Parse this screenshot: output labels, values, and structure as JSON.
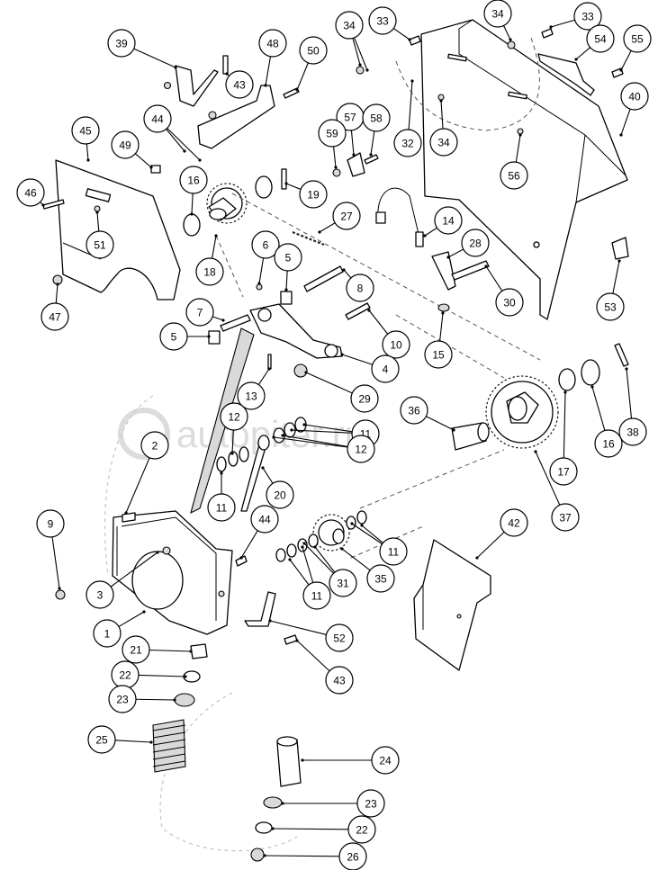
{
  "watermark": "autopiter.ru",
  "callouts": [
    {
      "id": "c39",
      "label": "39"
    },
    {
      "id": "c48",
      "label": "48"
    },
    {
      "id": "c50",
      "label": "50"
    },
    {
      "id": "c43a",
      "label": "43"
    },
    {
      "id": "c44a",
      "label": "44"
    },
    {
      "id": "c45",
      "label": "45"
    },
    {
      "id": "c49",
      "label": "49"
    },
    {
      "id": "c16a",
      "label": "16"
    },
    {
      "id": "c19",
      "label": "19"
    },
    {
      "id": "c46",
      "label": "46"
    },
    {
      "id": "c51",
      "label": "51"
    },
    {
      "id": "c47",
      "label": "47"
    },
    {
      "id": "c18",
      "label": "18"
    },
    {
      "id": "c27",
      "label": "27"
    },
    {
      "id": "c6",
      "label": "6"
    },
    {
      "id": "c5a",
      "label": "5"
    },
    {
      "id": "c8",
      "label": "8"
    },
    {
      "id": "c7",
      "label": "7"
    },
    {
      "id": "c5b",
      "label": "5"
    },
    {
      "id": "c10",
      "label": "10"
    },
    {
      "id": "c4",
      "label": "4"
    },
    {
      "id": "c13",
      "label": "13"
    },
    {
      "id": "c29",
      "label": "29"
    },
    {
      "id": "c34a",
      "label": "34"
    },
    {
      "id": "c33a",
      "label": "33"
    },
    {
      "id": "c34b",
      "label": "34"
    },
    {
      "id": "c33b",
      "label": "33"
    },
    {
      "id": "c54",
      "label": "54"
    },
    {
      "id": "c55",
      "label": "55"
    },
    {
      "id": "c40",
      "label": "40"
    },
    {
      "id": "c57",
      "label": "57"
    },
    {
      "id": "c58",
      "label": "58"
    },
    {
      "id": "c59",
      "label": "59"
    },
    {
      "id": "c32",
      "label": "32"
    },
    {
      "id": "c34c",
      "label": "34"
    },
    {
      "id": "c56",
      "label": "56"
    },
    {
      "id": "c14",
      "label": "14"
    },
    {
      "id": "c28",
      "label": "28"
    },
    {
      "id": "c30",
      "label": "30"
    },
    {
      "id": "c53",
      "label": "53"
    },
    {
      "id": "c15",
      "label": "15"
    },
    {
      "id": "c36",
      "label": "36"
    },
    {
      "id": "c17",
      "label": "17"
    },
    {
      "id": "c16b",
      "label": "16"
    },
    {
      "id": "c38",
      "label": "38"
    },
    {
      "id": "c37",
      "label": "37"
    },
    {
      "id": "c11a",
      "label": "11"
    },
    {
      "id": "c12a",
      "label": "12"
    },
    {
      "id": "c12b",
      "label": "12"
    },
    {
      "id": "c11b",
      "label": "11"
    },
    {
      "id": "c20",
      "label": "20"
    },
    {
      "id": "c2",
      "label": "2"
    },
    {
      "id": "c9",
      "label": "9"
    },
    {
      "id": "c3",
      "label": "3"
    },
    {
      "id": "c1",
      "label": "1"
    },
    {
      "id": "c44b",
      "label": "44"
    },
    {
      "id": "c11c",
      "label": "11"
    },
    {
      "id": "c31",
      "label": "31"
    },
    {
      "id": "c35",
      "label": "35"
    },
    {
      "id": "c11d",
      "label": "11"
    },
    {
      "id": "c42",
      "label": "42"
    },
    {
      "id": "c52",
      "label": "52"
    },
    {
      "id": "c43b",
      "label": "43"
    },
    {
      "id": "c21",
      "label": "21"
    },
    {
      "id": "c22a",
      "label": "22"
    },
    {
      "id": "c23a",
      "label": "23"
    },
    {
      "id": "c25",
      "label": "25"
    },
    {
      "id": "c24",
      "label": "24"
    },
    {
      "id": "c23b",
      "label": "23"
    },
    {
      "id": "c22b",
      "label": "22"
    },
    {
      "id": "c26",
      "label": "26"
    }
  ]
}
